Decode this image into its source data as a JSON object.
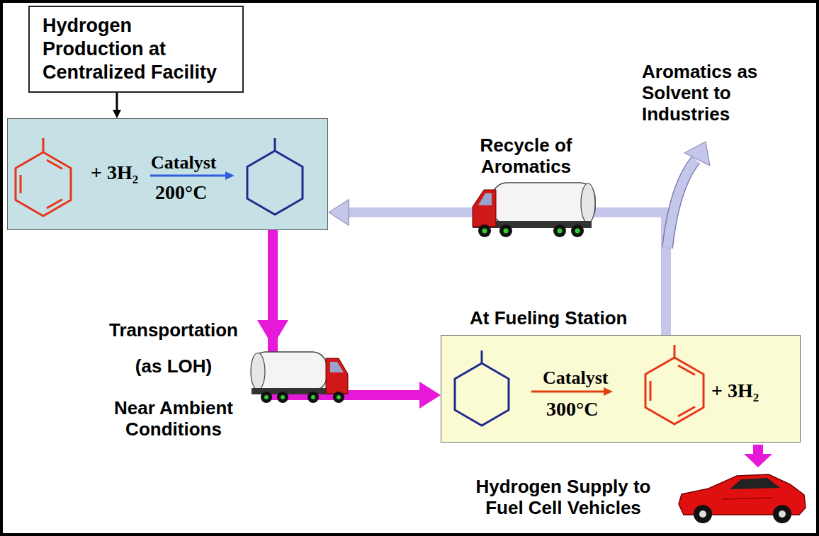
{
  "diagram": {
    "nodes": [
      {
        "text": [
          "Hydrogen Production at Centralized Facility"
        ]
      },
      {
        "text": [
          "+ 3H₂",
          "Catalyst",
          "200°C"
        ]
      },
      {
        "text": [
          "At Fueling Station",
          "Catalyst",
          "300°C",
          "+ 3H₂"
        ]
      }
    ],
    "edges": [
      {
        "from": 0,
        "to": 1,
        "arrow": "to"
      },
      {
        "from": 1,
        "to": 2,
        "arrow": "to"
      },
      {
        "from": 2,
        "to": 1,
        "arrow": "to"
      }
    ],
    "labels": [
      "Recycle of Aromatics",
      "Aromatics as Solvent to Industries",
      "Transportation",
      "(as LOH)",
      "Near Ambient Conditions",
      "Hydrogen Supply to Fuel Cell Vehicles"
    ]
  }
}
